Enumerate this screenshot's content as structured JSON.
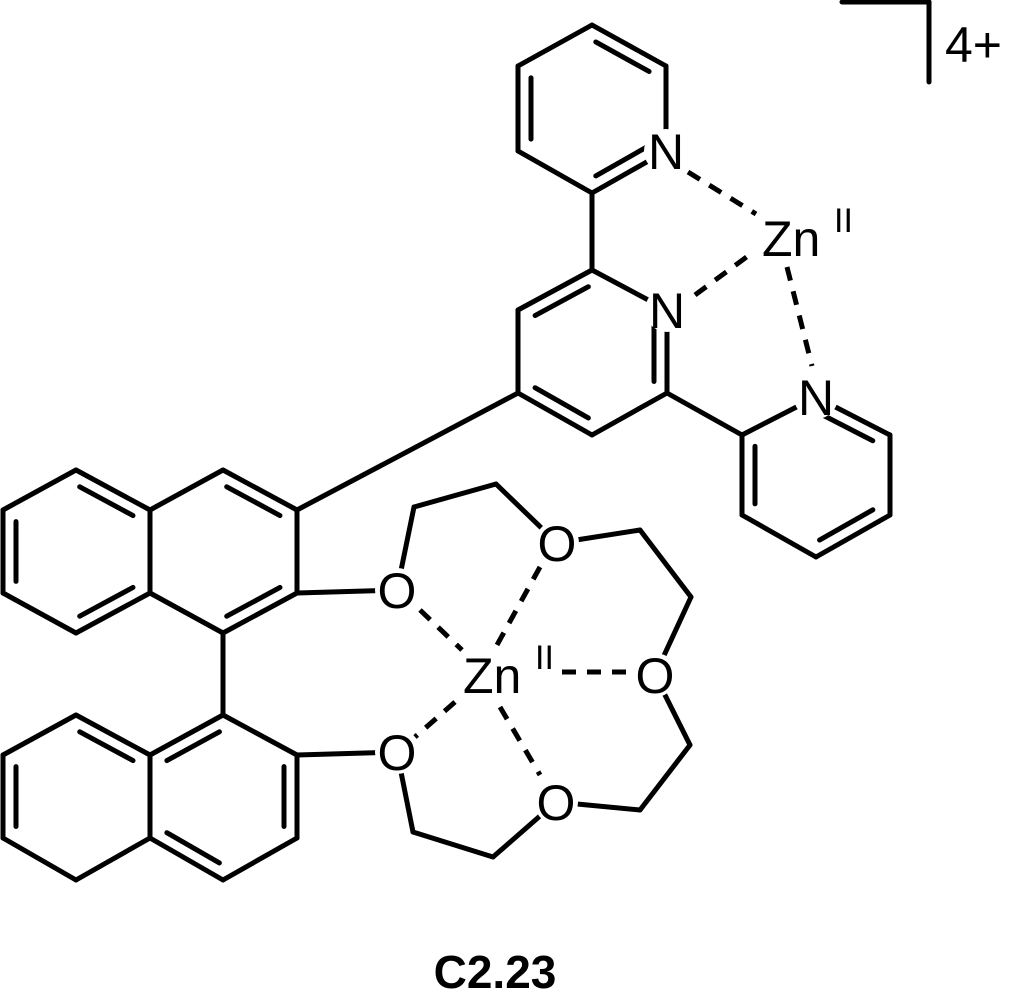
{
  "compound_label": "C2.23",
  "charge": "4+",
  "atoms": {
    "nitrogen": "N",
    "oxygen": "O",
    "zinc": "Zn",
    "zinc_oxidation_state": "II"
  },
  "colors": {
    "ink": "#000000",
    "background": "#ffffff"
  }
}
